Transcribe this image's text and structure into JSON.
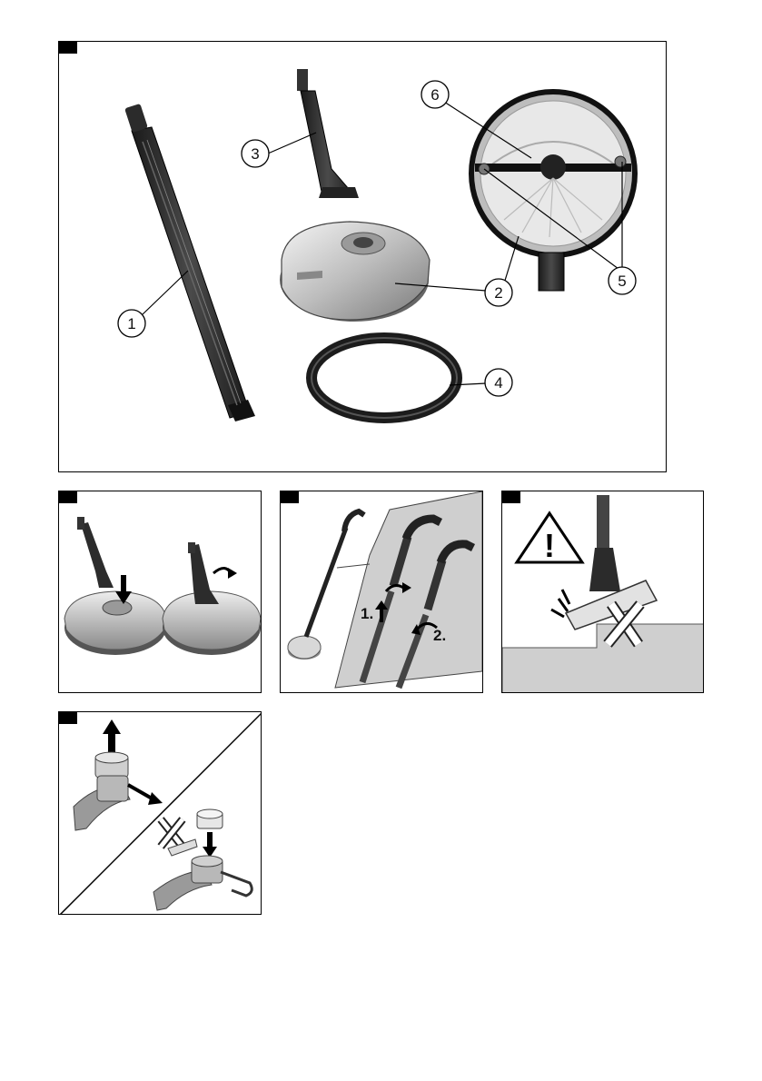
{
  "figures": [
    {
      "id": "fig1",
      "callouts": [
        "1",
        "2",
        "3",
        "4",
        "5",
        "6"
      ]
    },
    {
      "id": "fig2"
    },
    {
      "id": "fig3",
      "steps": [
        "1.",
        "2."
      ]
    },
    {
      "id": "fig4",
      "warning_symbol": "!"
    },
    {
      "id": "fig5"
    }
  ]
}
